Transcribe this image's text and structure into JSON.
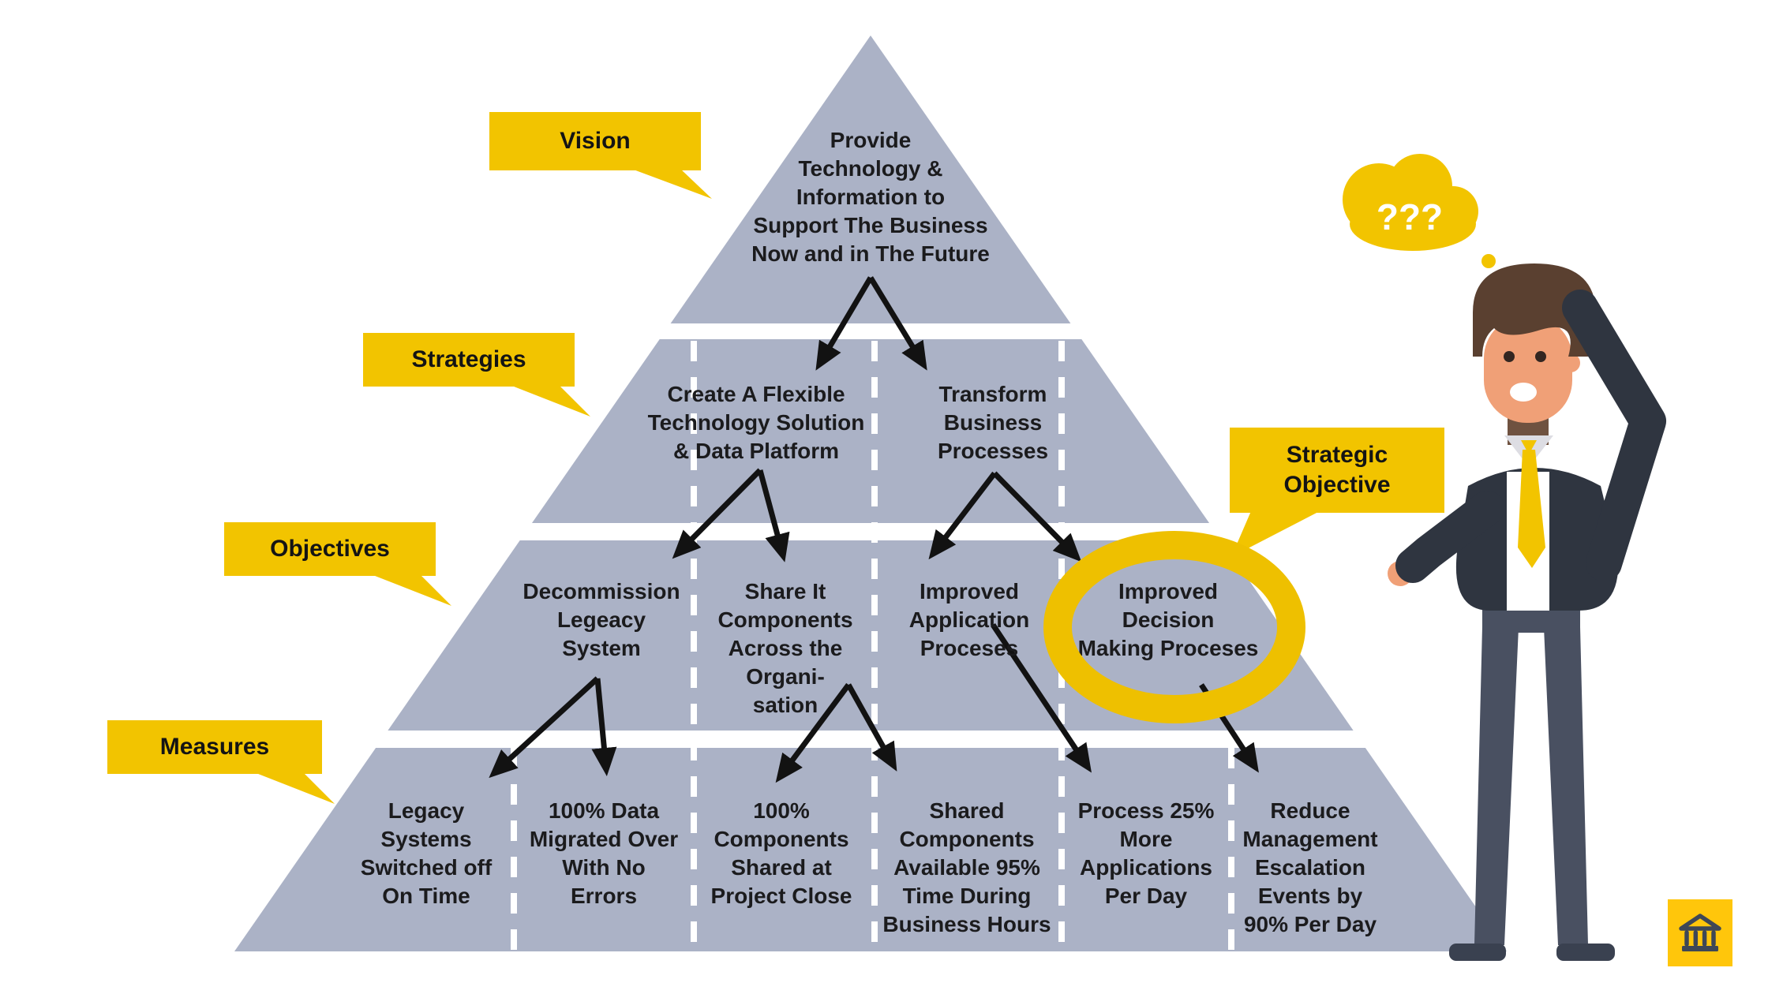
{
  "title": "Vision-Strategies-Objectives-Measures pyramid diagram",
  "colors": {
    "pyramid_band": "#ABB2C6",
    "callout_yellow": "#F2C400",
    "ring_yellow": "#EEC000",
    "button_yellow": "#FFC60B",
    "suit_dark": "#2F3540",
    "trousers": "#495061",
    "skin": "#F0A077",
    "hair": "#5A4030",
    "text": "#1B1B1D",
    "arrow_black": "#121212",
    "icon_dark": "#3E4756"
  },
  "callouts": {
    "vision": "Vision",
    "strategies": "Strategies",
    "objectives": "Objectives",
    "measures": "Measures",
    "strategic_objective": "Strategic\nObjective"
  },
  "pyramid": {
    "vision": "Provide\nTechnology &\nInformation to\nSupport The Business\nNow and in The Future",
    "strategies": [
      "Create A Flexible\nTechnology Solution\n& Data Platform",
      "Transform\nBusiness\nProcesses"
    ],
    "objectives": [
      "Decommission\nLegeacy\nSystem",
      "Share It\nComponents\nAcross the\nOrgani-\nsation",
      "Improved\nApplication\nProceses",
      "Improved\nDecision\nMaking Proceses"
    ],
    "measures": [
      "Legacy\nSystems\nSwitched off\nOn Time",
      "100% Data\nMigrated Over\nWith No\nErrors",
      "100%\nComponents\nShared at\nProject Close",
      "Shared\nComponents\nAvailable 95%\nTime During\nBusiness Hours",
      "Process 25%\nMore\nApplications\nPer Day",
      "Reduce\nManagement\nEscalation\nEvents by\n90% Per Day"
    ]
  },
  "thought_bubble": "???",
  "icons": {
    "bank": "bank-building-icon",
    "cloud": "thought-cloud-icon"
  }
}
